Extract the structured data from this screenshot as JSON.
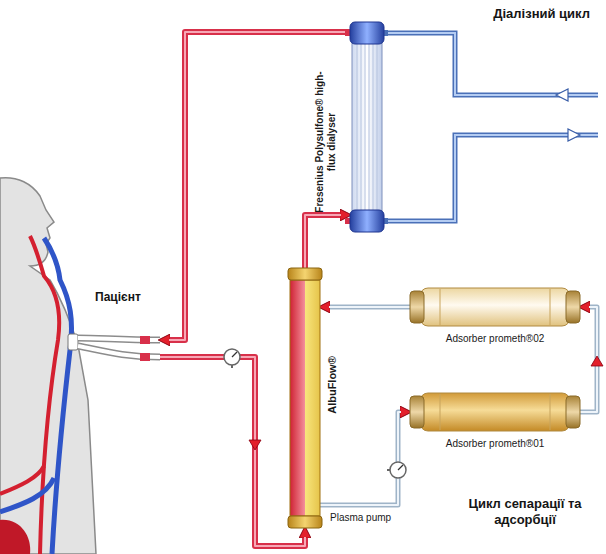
{
  "diagram": {
    "nodes": [
      {
        "text": [
          "Діалізний цикл"
        ]
      },
      {
        "text": [
          "Fresenius Polysulfone® high-flux dialyser"
        ],
        "in": 0
      },
      {
        "text": [
          "Пацієнт"
        ]
      },
      {
        "text": [
          "Цикл сепарації та адсорбції"
        ]
      },
      {
        "text": [
          "AlbuFlow®"
        ],
        "in": 3
      },
      {
        "text": [
          "Adsorber prometh®02"
        ],
        "in": 3
      },
      {
        "text": [
          "Adsorber prometh®01"
        ],
        "in": 3
      }
    ],
    "edges": [
      {
        "from": 2,
        "to": 4,
        "arrow": "to"
      },
      {
        "from": 4,
        "to": 1,
        "arrow": "to"
      },
      {
        "from": 1,
        "to": 2,
        "arrow": "to"
      },
      {
        "from": 4,
        "to": 6,
        "arrow": "to"
      },
      {
        "from": 6,
        "to": 5,
        "arrow": "to"
      },
      {
        "from": 5,
        "to": 4,
        "arrow": "to"
      }
    ],
    "labels": [
      "Plasma pump"
    ]
  }
}
